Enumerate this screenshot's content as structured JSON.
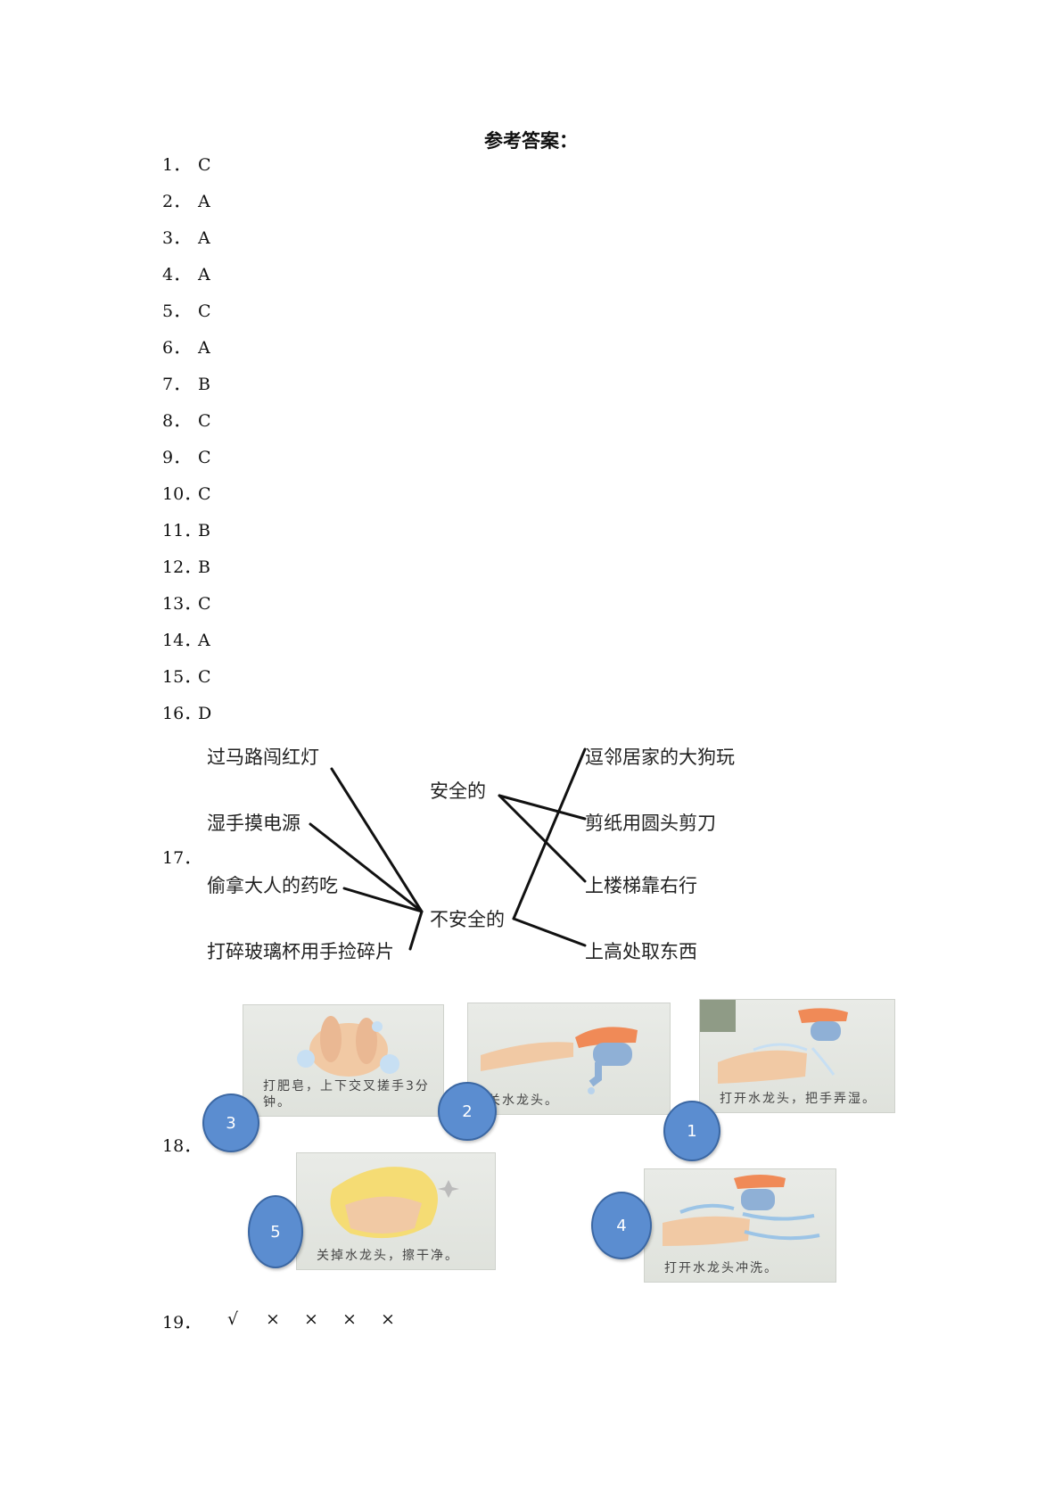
{
  "title": "参考答案：",
  "answers": [
    {
      "num": "1．",
      "ans": "C"
    },
    {
      "num": "2．",
      "ans": "A"
    },
    {
      "num": "3．",
      "ans": "A"
    },
    {
      "num": "4．",
      "ans": "A"
    },
    {
      "num": "5．",
      "ans": "C"
    },
    {
      "num": "6．",
      "ans": "A"
    },
    {
      "num": "7．",
      "ans": "B"
    },
    {
      "num": "8．",
      "ans": "C"
    },
    {
      "num": "9．",
      "ans": "C"
    },
    {
      "num": "10．",
      "ans": "C"
    },
    {
      "num": "11．",
      "ans": "B"
    },
    {
      "num": "12．",
      "ans": "B"
    },
    {
      "num": "13．",
      "ans": "C"
    },
    {
      "num": "14．",
      "ans": "A"
    },
    {
      "num": "15．",
      "ans": "C"
    },
    {
      "num": "16．",
      "ans": "D"
    }
  ],
  "q17": {
    "num": "17．",
    "left": [
      "过马路闯红灯",
      "湿手摸电源",
      "偷拿大人的药吃",
      "打碎玻璃杯用手捡碎片"
    ],
    "safe": "安全的",
    "unsafe": "不安全的",
    "right": [
      "逗邻居家的大狗玩",
      "剪纸用圆头剪刀",
      "上楼梯靠右行",
      "上高处取东西"
    ]
  },
  "q18": {
    "num": "18．",
    "cards": [
      {
        "caption": "打肥皂，上下交叉搓手3分钟。",
        "order": "3"
      },
      {
        "caption": "关水龙头。",
        "order": "2"
      },
      {
        "caption": "打开水龙头，把手弄湿。",
        "order": "1"
      },
      {
        "caption": "关掉水龙头，擦干净。",
        "order": "5"
      },
      {
        "caption": "打开水龙头冲洗。",
        "order": "4"
      }
    ]
  },
  "q19": {
    "num": "19．",
    "marks": [
      "√",
      "×",
      "×",
      "×",
      "×"
    ]
  }
}
